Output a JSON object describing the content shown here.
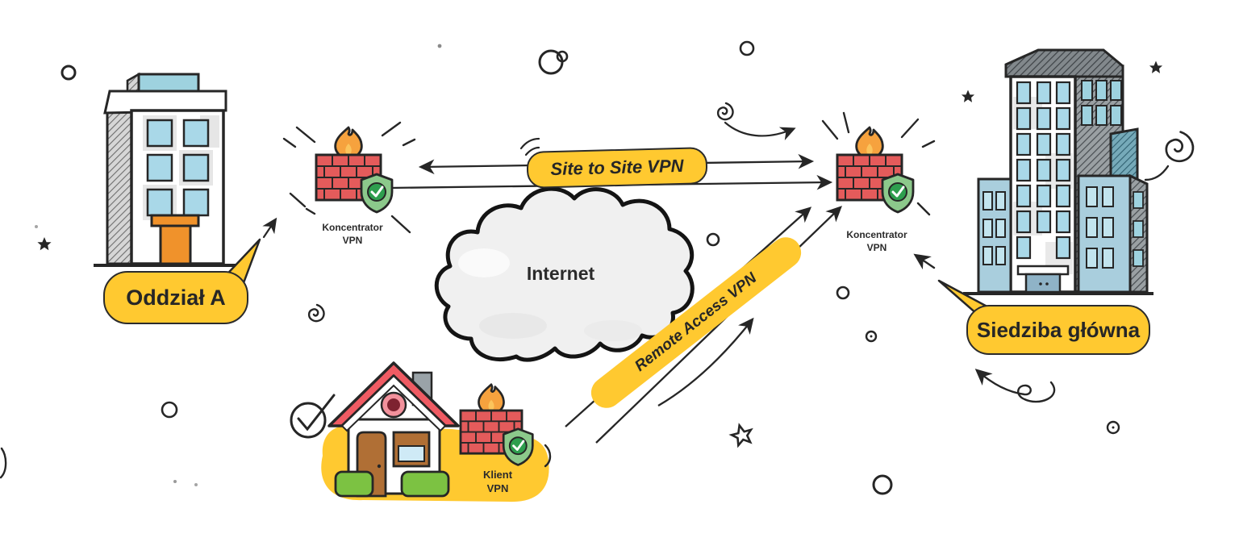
{
  "colors": {
    "accent_yellow": "#FFC930",
    "outline_dark": "#262626",
    "brick_red": "#E45B5B",
    "flame_orange": "#F6A23E",
    "shield_green": "#8CC98B",
    "shield_badge_green": "#2E9E4E",
    "window_blue": "#A9D8E8",
    "cloud_fill": "#F0F0F0",
    "house_roof_red": "#EF5B63",
    "door_orange": "#F0922B",
    "bush_green": "#7CC242"
  },
  "nodes": {
    "branch": {
      "bubble_label": "Oddział A"
    },
    "headquarters": {
      "bubble_label": "Siedziba główna"
    },
    "internet": {
      "label": "Internet"
    },
    "branch_concentrator": {
      "label_line1": "Koncentrator",
      "label_line2": "VPN"
    },
    "hq_concentrator": {
      "label_line1": "Koncentrator",
      "label_line2": "VPN"
    },
    "home_client": {
      "label_line1": "Klient",
      "label_line2": "VPN"
    }
  },
  "connections": {
    "site_to_site": {
      "label": "Site to Site VPN"
    },
    "remote_access": {
      "label": "Remote Access VPN"
    }
  },
  "icons": {
    "firewall": "brick-wall-with-flame-icon",
    "shield": "shield-check-icon",
    "cloud": "internet-cloud-icon",
    "doodles": [
      "star-doodle",
      "spiral-doodle",
      "circle-doodle",
      "check-circle-doodle",
      "curly-arrow-doodle"
    ]
  }
}
